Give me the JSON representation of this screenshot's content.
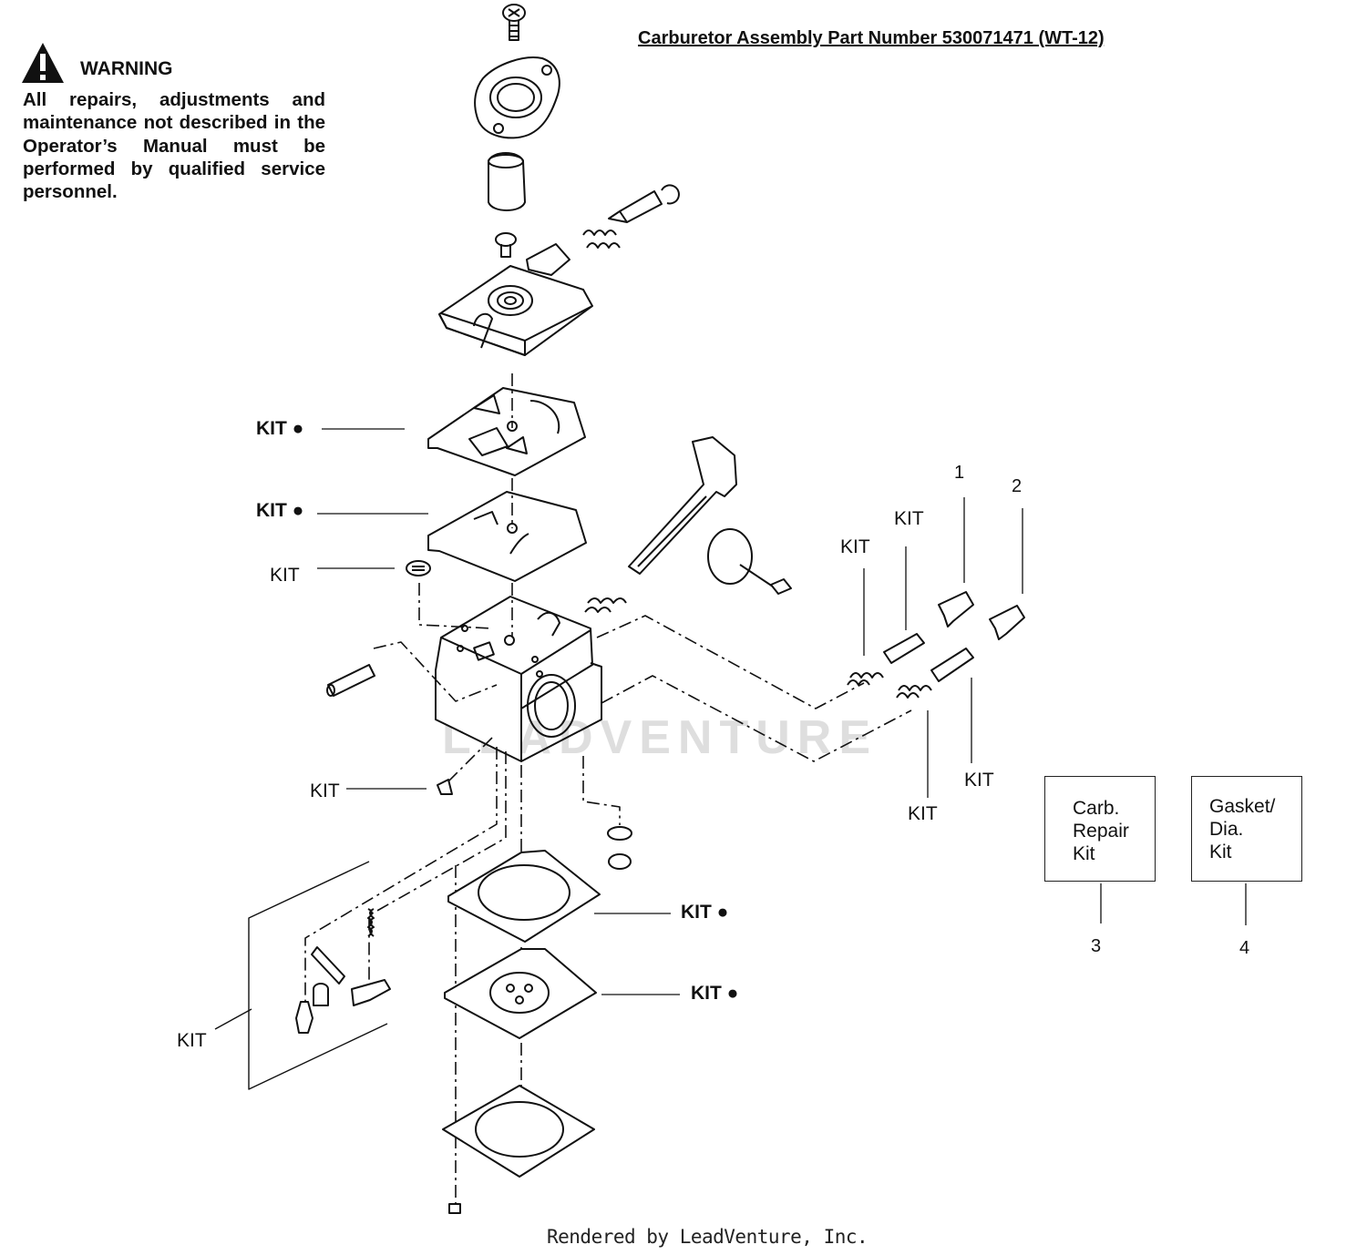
{
  "title": "Carburetor Assembly Part Number 530071471  (WT-12)",
  "warning": {
    "heading": "WARNING",
    "body": "All repairs, adjustments and maintenance not described in the Operator’s Manual must be performed by qualified service personnel."
  },
  "labels": {
    "kit_dot": "KIT ●",
    "kit": "KIT"
  },
  "callouts": [
    "1",
    "2",
    "3",
    "4"
  ],
  "kit_boxes": {
    "carb_repair": [
      "Carb.",
      "Repair",
      "Kit"
    ],
    "gasket_dia": [
      "Gasket/",
      "Dia.",
      "Kit"
    ]
  },
  "footer": "Rendered by LeadVenture, Inc.",
  "watermark": "LEADVENTURE"
}
